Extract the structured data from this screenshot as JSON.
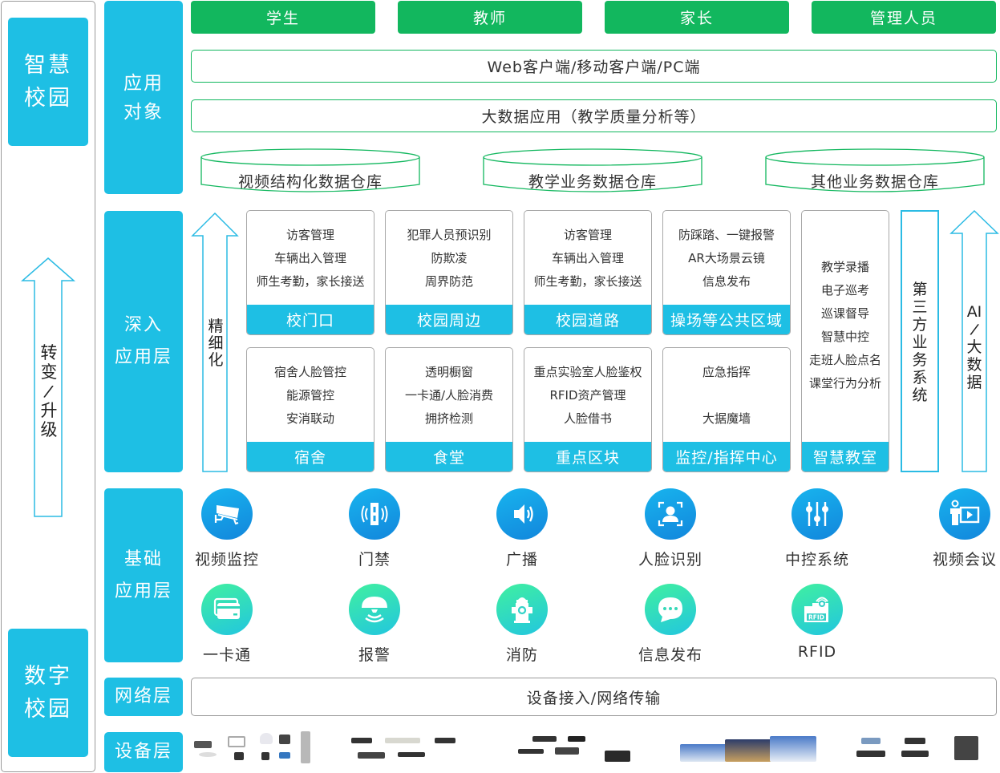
{
  "left_column": {
    "top_tile": "智慧校园",
    "top_tile_lines": [
      "智慧",
      "校园"
    ],
    "arrow_label_chars": [
      "转",
      "变",
      "/",
      "升",
      "级"
    ],
    "bottom_tile_lines": [
      "数字",
      "校园"
    ]
  },
  "layers": {
    "app_target": [
      "应用",
      "对象"
    ],
    "deep_app": [
      "深入",
      "应用层"
    ],
    "basic_app": [
      "基础",
      "应用层"
    ],
    "network": "网络层",
    "device": "设备层"
  },
  "roles": [
    "学生",
    "教师",
    "家长",
    "管理人员"
  ],
  "clients_bar": "Web客户端/移动客户端/PC端",
  "bigdata_bar": "大数据应用（教学质量分析等）",
  "warehouses": [
    "视频结构化数据仓库",
    "教学业务数据仓库",
    "其他业务数据仓库"
  ],
  "refine_arrow_chars": [
    "精",
    "细",
    "化"
  ],
  "scenario_cards": [
    {
      "title": "校门口",
      "lines": [
        "访客管理",
        "车辆出入管理",
        "师生考勤，家长接送"
      ]
    },
    {
      "title": "校园周边",
      "lines": [
        "犯罪人员预识别",
        "防欺凌",
        "周界防范"
      ]
    },
    {
      "title": "校园道路",
      "lines": [
        "访客管理",
        "车辆出入管理",
        "师生考勤，家长接送"
      ]
    },
    {
      "title": "操场等公共区域",
      "lines": [
        "防踩踏、一键报警",
        "AR大场景云镜",
        "信息发布"
      ]
    },
    {
      "title": "宿舍",
      "lines": [
        "宿舍人脸管控",
        "能源管控",
        "安消联动"
      ]
    },
    {
      "title": "食堂",
      "lines": [
        "透明橱窗",
        "一卡通/人脸消费",
        "拥挤检测"
      ]
    },
    {
      "title": "重点区块",
      "lines": [
        "重点实验室人脸鉴权",
        "RFID资产管理",
        "人脸借书"
      ]
    },
    {
      "title": "监控/指挥中心",
      "lines": [
        "应急指挥",
        "",
        "大据魔墙"
      ]
    }
  ],
  "smart_classroom": {
    "title": "智慧教室",
    "lines": [
      "教学录播",
      "电子巡考",
      "巡课督导",
      "智慧中控",
      "走班人脸点名",
      "课堂行为分析"
    ]
  },
  "third_party_chars": [
    "第",
    "三",
    "方",
    "业",
    "务",
    "系",
    "统"
  ],
  "ai_arrow_chars": [
    "AI",
    "/",
    "大",
    "数",
    "据"
  ],
  "basic_apps": [
    {
      "label": "视频监控",
      "icon": "cctv-camera-icon",
      "style": "blue"
    },
    {
      "label": "门禁",
      "icon": "access-control-icon",
      "style": "blue"
    },
    {
      "label": "广播",
      "icon": "speaker-icon",
      "style": "blue"
    },
    {
      "label": "人脸识别",
      "icon": "face-recognition-icon",
      "style": "blue"
    },
    {
      "label": "中控系统",
      "icon": "control-sliders-icon",
      "style": "blue"
    },
    {
      "label": "视频会议",
      "icon": "video-conference-icon",
      "style": "blue"
    },
    {
      "label": "一卡通",
      "icon": "card-icon",
      "style": "green"
    },
    {
      "label": "报警",
      "icon": "alarm-icon",
      "style": "green"
    },
    {
      "label": "消防",
      "icon": "fire-hydrant-icon",
      "style": "green"
    },
    {
      "label": "信息发布",
      "icon": "chat-bubble-icon",
      "style": "green"
    },
    {
      "label": "RFID",
      "icon": "rfid-icon",
      "style": "green",
      "icon_text": "RFID"
    }
  ],
  "network_bar": "设备接入/网络传输",
  "device_groups": [
    "cameras-and-terminals",
    "switches",
    "storage-and-servers",
    "video-wall",
    "control-equipment"
  ],
  "colors": {
    "layer_blue": "#1ebfe4",
    "role_green": "#12b75e",
    "icon_blue_start": "#18b4ee",
    "icon_blue_end": "#1286dc",
    "icon_green_start": "#40f0a0",
    "icon_green_end": "#22c6df"
  }
}
